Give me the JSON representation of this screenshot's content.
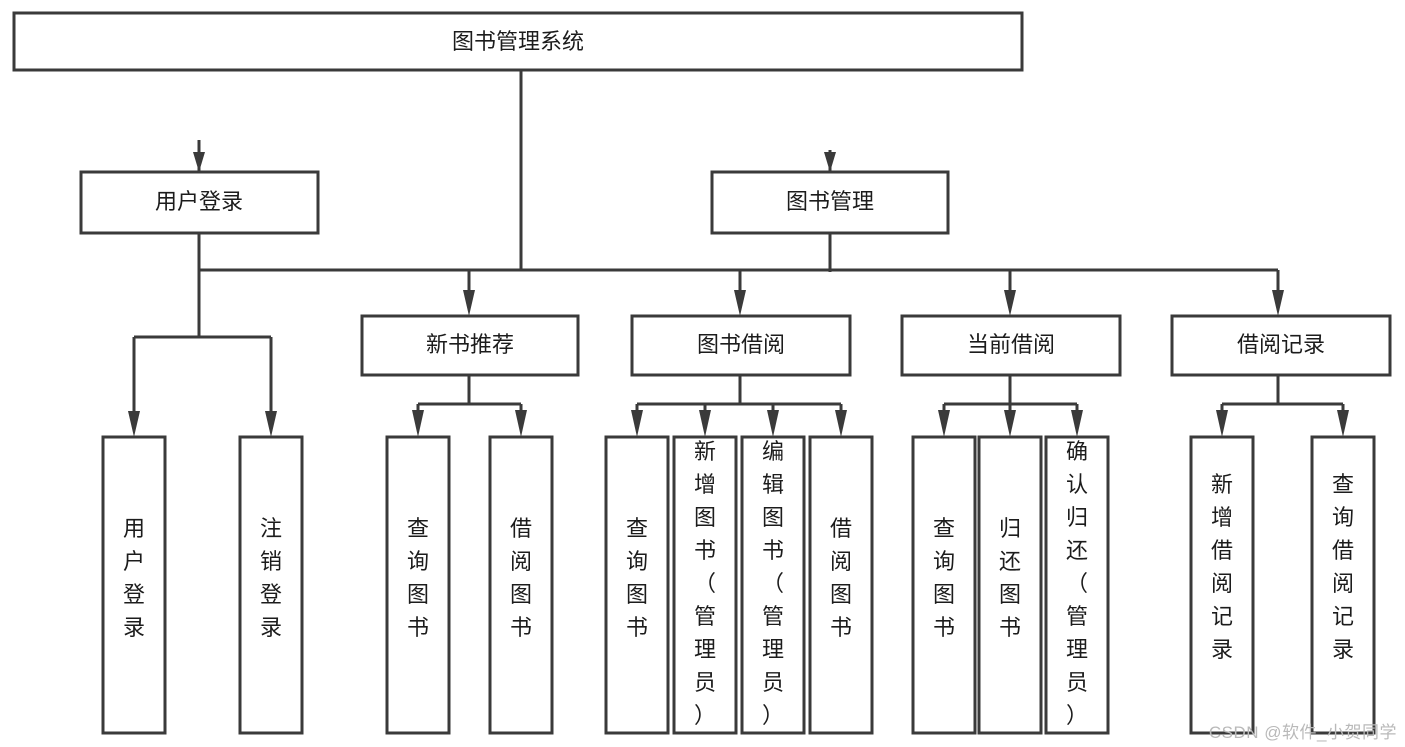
{
  "diagram": {
    "title": "图书管理系统",
    "type": "tree-hierarchy-diagram",
    "watermark": "CSDN @软件_小贺同学",
    "colors": {
      "stroke": "#3a3a3a",
      "fill": "#ffffff",
      "text": "#1c1c1c",
      "watermark": "#b9b9b9",
      "background": "#ffffff"
    },
    "nodes": {
      "root": {
        "label": "图书管理系统"
      },
      "level1": [
        {
          "id": "user-login",
          "label": "用户登录"
        },
        {
          "id": "book-manage",
          "label": "图书管理"
        }
      ],
      "level2": [
        {
          "id": "new-book-recommend",
          "label": "新书推荐",
          "parent": "book-manage"
        },
        {
          "id": "book-borrow",
          "label": "图书借阅",
          "parent": "book-manage"
        },
        {
          "id": "current-borrow",
          "label": "当前借阅",
          "parent": "book-manage"
        },
        {
          "id": "borrow-record",
          "label": "借阅记录",
          "parent": "book-manage"
        }
      ],
      "leaves": {
        "user-login": [
          {
            "id": "leaf-user-login",
            "label": "用户登录"
          },
          {
            "id": "leaf-user-logout",
            "label": "注销登录"
          }
        ],
        "new-book-recommend": [
          {
            "id": "leaf-query-book-1",
            "label": "查询图书"
          },
          {
            "id": "leaf-borrow-book-1",
            "label": "借阅图书"
          }
        ],
        "book-borrow": [
          {
            "id": "leaf-query-book-2",
            "label": "查询图书"
          },
          {
            "id": "leaf-add-book",
            "label": "新增图书（管理员）"
          },
          {
            "id": "leaf-edit-book",
            "label": "编辑图书（管理员）"
          },
          {
            "id": "leaf-borrow-book-2",
            "label": "借阅图书"
          }
        ],
        "current-borrow": [
          {
            "id": "leaf-query-book-3",
            "label": "查询图书"
          },
          {
            "id": "leaf-return-book",
            "label": "归还图书"
          },
          {
            "id": "leaf-confirm-return",
            "label": "确认归还（管理员）"
          }
        ],
        "borrow-record": [
          {
            "id": "leaf-add-record",
            "label": "新增借阅记录"
          },
          {
            "id": "leaf-query-record",
            "label": "查询借阅记录"
          }
        ]
      }
    }
  }
}
